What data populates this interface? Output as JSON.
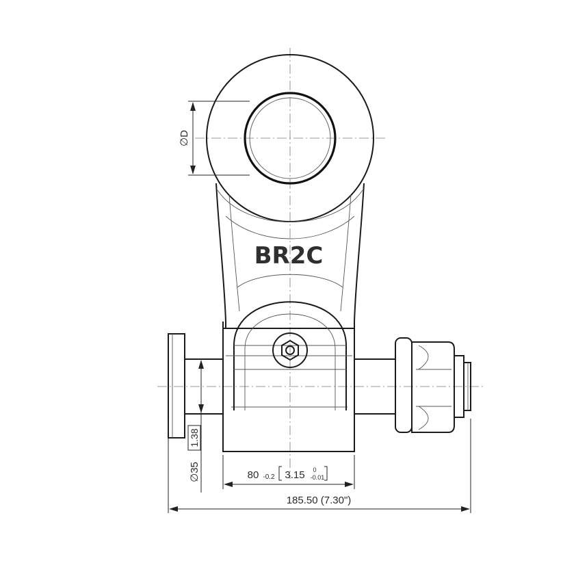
{
  "drawing": {
    "model_label": "BR2C",
    "dim_bore": "∅D",
    "dim_shaft_mm": "∅35",
    "dim_shaft_in": "1.38",
    "dim_width_mm": "80",
    "dim_width_mm_tol": "-0.2",
    "dim_width_in": "3.15",
    "dim_width_in_tol_upper": "0",
    "dim_width_in_tol_lower": "-0.01",
    "dim_overall": "185.50 (7.30\")"
  }
}
